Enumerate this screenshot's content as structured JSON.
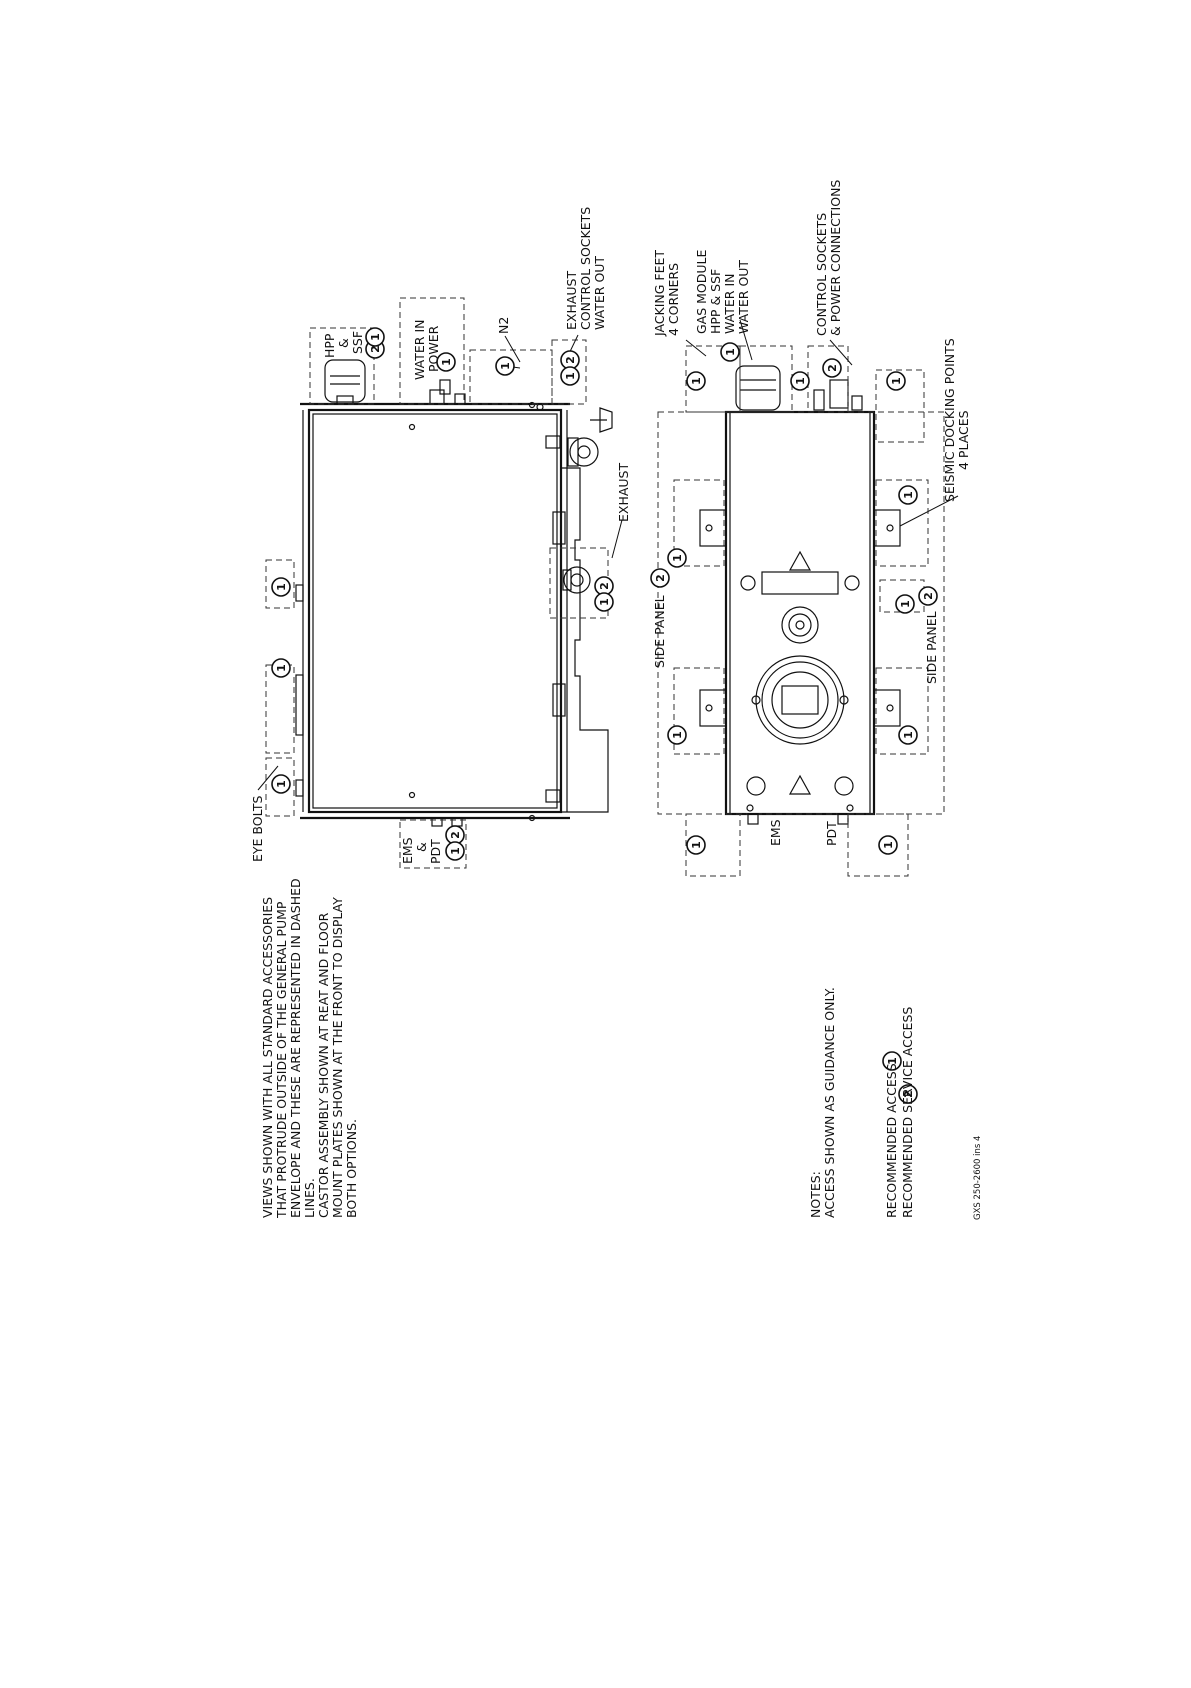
{
  "notes": {
    "views_line1": "VIEWS SHOWN WITH ALL STANDARD ACCESSORIES",
    "views_line2": "THAT PROTRUDE OUTSIDE OF THE GENERAL PUMP",
    "views_line3": "ENVELOPE AND THESE ARE REPRESENTED IN DASHED",
    "views_line4": "LINES.",
    "castor_line1": "CASTOR ASSEMBLY SHOWN AT REAT AND FLOOR",
    "castor_line2": "MOUNT PLATES SHOWN AT THE FRONT TO DISPLAY",
    "castor_line3": "BOTH OPTIONS.",
    "notes_heading": "NOTES:",
    "guidance": "ACCESS SHOWN AS GUIDANCE ONLY.",
    "legend_1": "RECOMMENDED ACCESS",
    "legend_2": "RECOMMENDED SERVICE ACCESS",
    "drawing_ref": "GXS 250-2600 ins 4"
  },
  "side_view_labels": {
    "eye_bolts": "EYE BOLTS",
    "ems": "EMS",
    "amp": "&",
    "pdt": "PDT",
    "hpp": "HPP",
    "hpp_amp": "&",
    "ssf": "SSF",
    "water_in": "WATER IN",
    "power": "POWER",
    "n2": "N2",
    "exhaust": "EXHAUST",
    "control_sockets": "CONTROL SOCKETS",
    "water_out": "WATER OUT",
    "exhaust_castor": "EXHAUST",
    "side_panel_top": "SIDE PANEL"
  },
  "plan_view_labels": {
    "jacking_feet": "JACKING FEET",
    "four_corners": "4 CORNERS",
    "gas_module": "GAS MODULE",
    "hpp_ssf": "HPP & SSF",
    "water_in": "WATER IN",
    "water_out": "WATER OUT",
    "control_sockets": "CONTROL SOCKETS",
    "power_connections": "& POWER CONNECTIONS",
    "seismic": "SEISMIC DOCKING POINTS",
    "four_places": "4 PLACES",
    "side_panel_bottom": "SIDE PANEL",
    "ems": "EMS",
    "pdt": "PDT"
  },
  "markers": {
    "one": "1",
    "two": "2"
  }
}
